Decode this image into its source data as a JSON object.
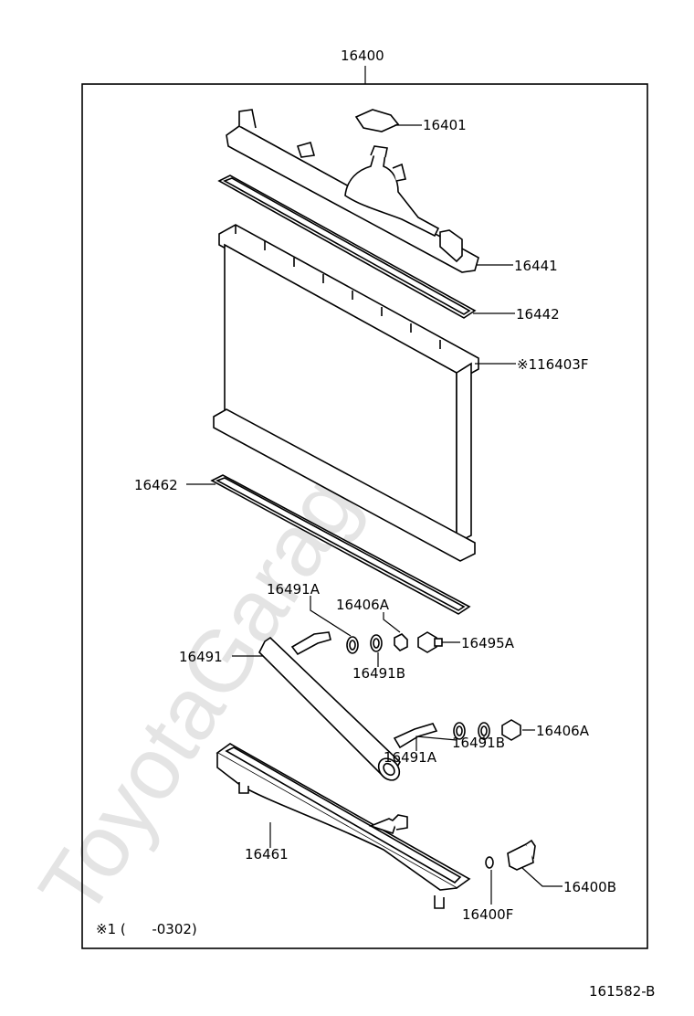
{
  "watermark": "ToyotaGarage.ru",
  "figure_code": "161582-B",
  "footnote": "※1 (      -0302)",
  "labels": {
    "assembly": "16400",
    "cap": "16401",
    "upper_tank": "16441",
    "upper_gasket": "16442",
    "core": "※116403F",
    "lower_gasket": "16462",
    "pipe_o_ring_top": "16491A",
    "nut_top": "16406A",
    "pipe": "16491",
    "plug": "16495A",
    "washer_top": "16491B",
    "nut_bottom": "16406A",
    "washer_bottom": "16491B",
    "o_ring_bottom": "16491A",
    "lower_tank": "16461",
    "drain_cock": "16400B",
    "drain_gasket": "16400F"
  }
}
